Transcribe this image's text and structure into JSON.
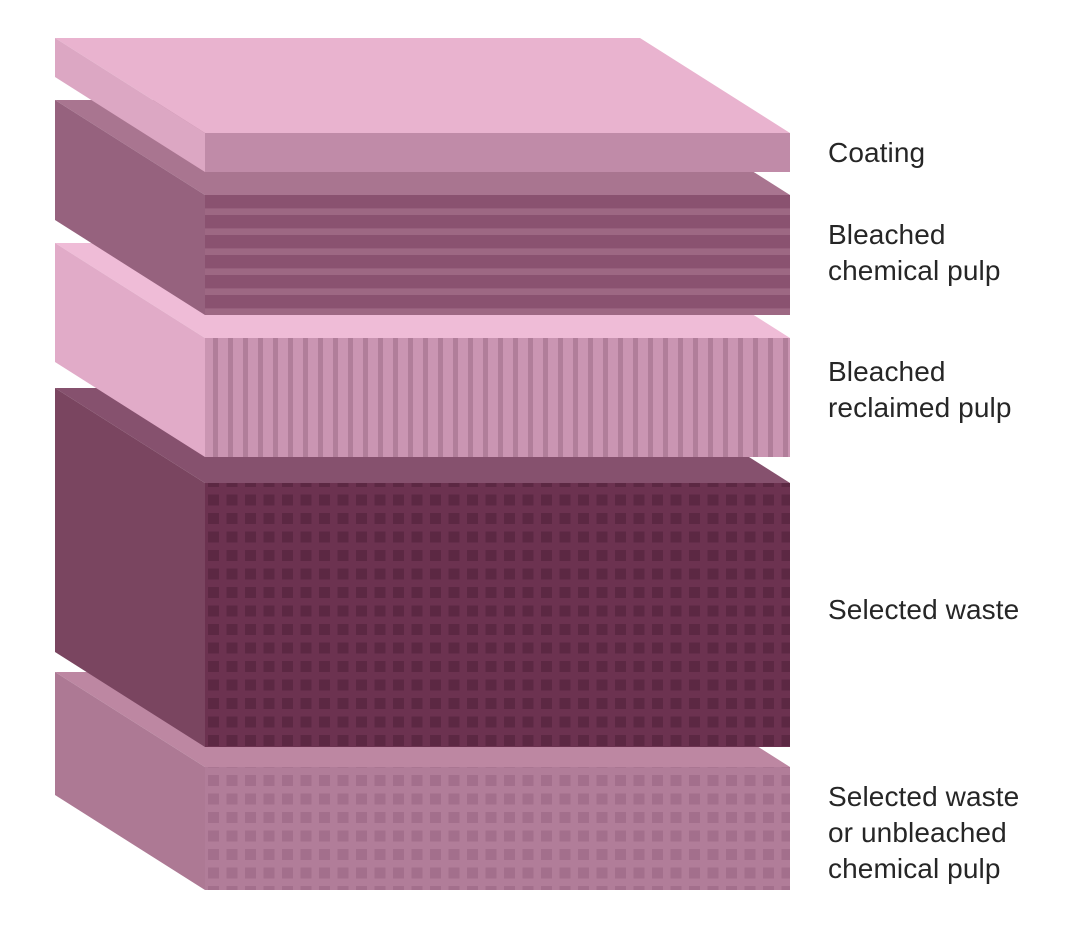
{
  "diagram": {
    "type": "layer-stack",
    "background": "#ffffff",
    "text_color": "#262626",
    "layers": [
      {
        "id": "coating",
        "label": "Coating",
        "texture": "solid",
        "colors": {
          "top": "#e9b3cf",
          "side": "#dca7c3",
          "front": "#c08ba8"
        }
      },
      {
        "id": "bleached-chemical-pulp",
        "label": "Bleached chemical pulp",
        "texture": "horizontal-stripes",
        "colors": {
          "top": "#a97590",
          "side": "#96627e",
          "front": "#9d6883",
          "stripe": "#8a5270"
        }
      },
      {
        "id": "bleached-reclaimed-pulp",
        "label": "Bleached reclaimed pulp",
        "texture": "vertical-stripes",
        "colors": {
          "top": "#efbcd7",
          "side": "#e1abc8",
          "front": "#ca95b2",
          "stripe": "#b17e9a"
        }
      },
      {
        "id": "selected-waste",
        "label": "Selected waste",
        "texture": "dot-grid",
        "colors": {
          "top": "#86516e",
          "side": "#7a4560",
          "front": "#6c3250",
          "dot": "#5c2843"
        }
      },
      {
        "id": "selected-waste-or-unbleached-chemical-pulp",
        "label": "Selected waste or unbleached chemical pulp",
        "texture": "dot-grid",
        "colors": {
          "top": "#bd87a2",
          "side": "#ad7994",
          "front": "#b17d99",
          "dot": "#a36f8c"
        }
      }
    ]
  }
}
